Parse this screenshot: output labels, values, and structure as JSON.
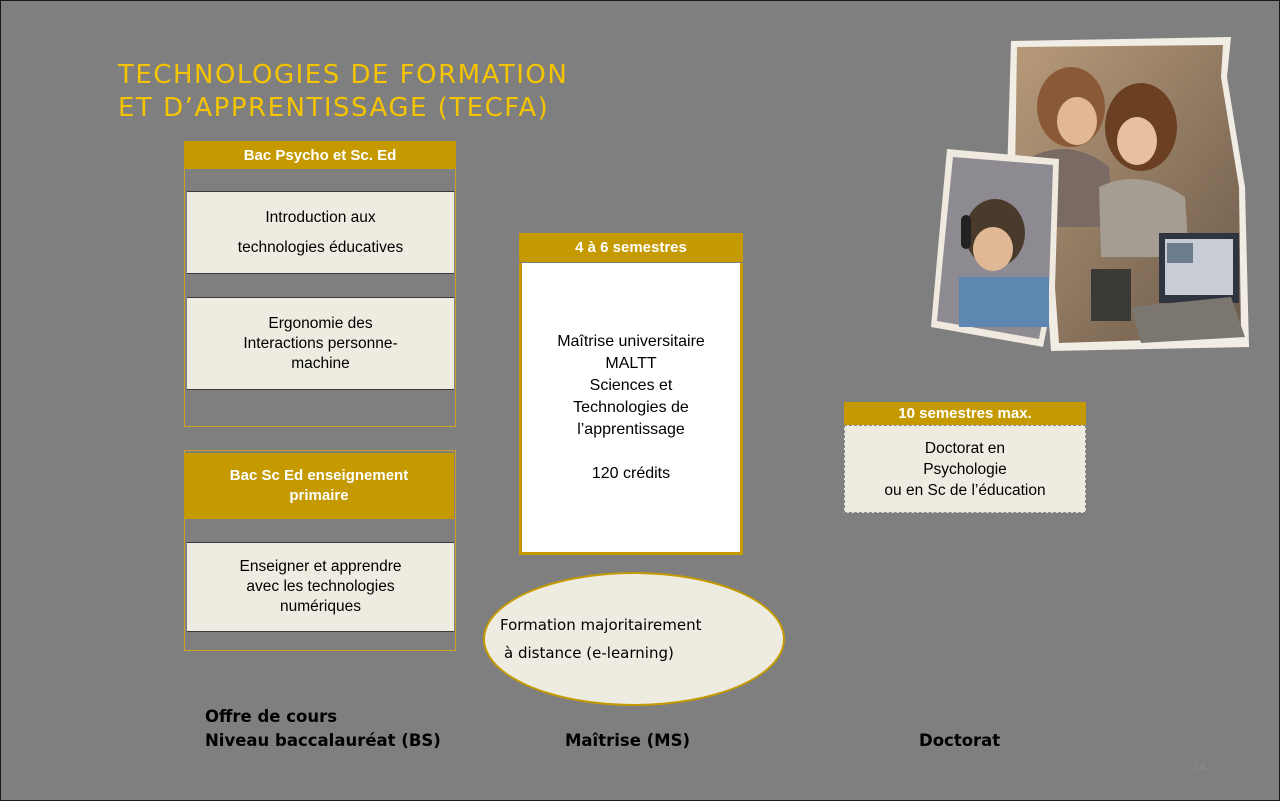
{
  "title": {
    "line1": "TECHNOLOGIES DE FORMATION",
    "line2": "ET D’APPRENTISSAGE (TECFA)"
  },
  "bachelor_psycho": {
    "header": "Bac Psycho et Sc. Ed",
    "courses": [
      {
        "lines": [
          "Introduction aux",
          "technologies éducatives"
        ]
      },
      {
        "lines": [
          "Ergonomie des",
          "Interactions personne-",
          "machine"
        ]
      }
    ]
  },
  "bachelor_primary": {
    "header_line1": "Bac Sc Ed enseignement",
    "header_line2": "primaire",
    "course": {
      "lines": [
        "Enseigner et apprendre",
        "avec les technologies",
        "numériques"
      ]
    }
  },
  "master": {
    "duration": "4 à 6 semestres",
    "lines": [
      "Maîtrise universitaire",
      "MALTT",
      "Sciences et",
      "Technologies de",
      "l’apprentissage"
    ],
    "credits": "120 crédits"
  },
  "elearning": {
    "line1": "Formation majoritairement",
    "line2": "à distance (e-learning)"
  },
  "doctorate": {
    "duration": "10 semestres max.",
    "lines": [
      "Doctorat en",
      "Psychologie",
      "ou en Sc de l’éducation"
    ]
  },
  "levels": {
    "offer": "Offre de cours",
    "bachelor": "Niveau baccalauréat (BS)",
    "master": "Maîtrise (MS)",
    "doctorate": "Doctorat"
  },
  "page_number": "14",
  "colors": {
    "background": "#7f7f7f",
    "title": "#f5c400",
    "gold": "#c49a00",
    "box_fill": "#eeece1"
  }
}
